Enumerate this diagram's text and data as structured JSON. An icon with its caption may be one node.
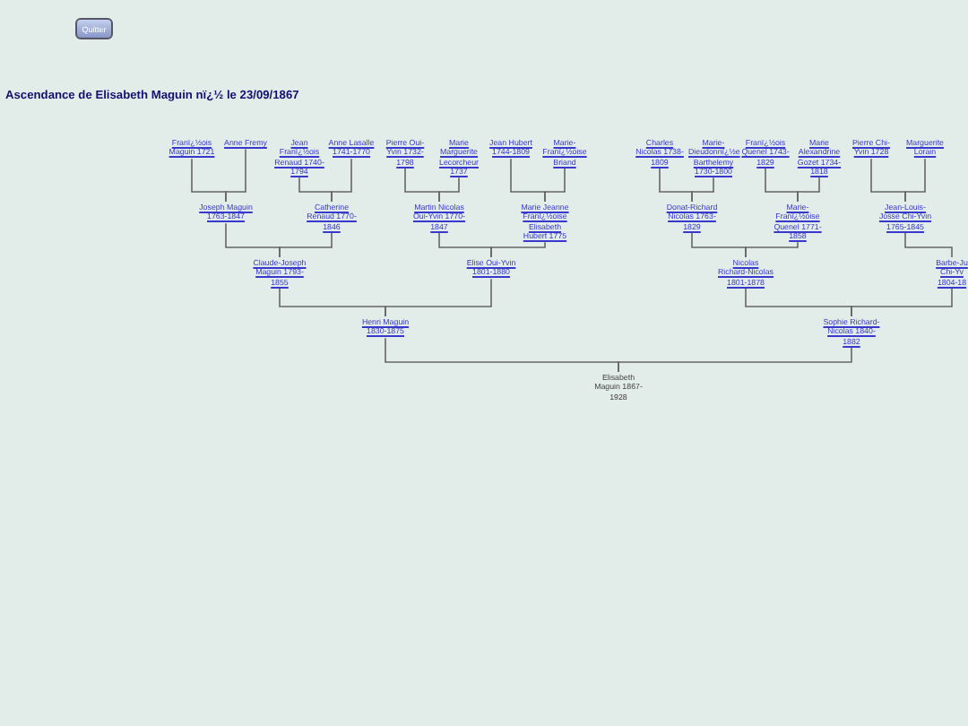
{
  "diagram": {
    "title": "Ascendance de Elisabeth Maguin nï¿½ le 23/09/1867",
    "nodes": [
      {
        "text": [
          "Franï¿½ois Maguin 1721"
        ]
      },
      {
        "text": [
          "Anne Fremy"
        ]
      },
      {
        "text": [
          "Jean Franï¿½ois Renaud 1740-1794"
        ]
      },
      {
        "text": [
          "Anne Lasalle 1741-1770"
        ]
      },
      {
        "text": [
          "Pierre Oui-Yvin 1732-1798"
        ]
      },
      {
        "text": [
          "Marie Marguerite Lecorcheur 1737"
        ]
      },
      {
        "text": [
          "Jean Hubert 1744-1809"
        ]
      },
      {
        "text": [
          "Marie-Franï¿½oise Briand"
        ]
      },
      {
        "text": [
          "Charles Nicolas 1738-1809"
        ]
      },
      {
        "text": [
          "Marie-Dieudonnï¿½e Barthelemy 1730-1800"
        ]
      },
      {
        "text": [
          "Franï¿½ois Quenel 1743-1829"
        ]
      },
      {
        "text": [
          "Marie Alexandrine Gozet 1734-1818"
        ]
      },
      {
        "text": [
          "Pierre Chi-Yvin 1728"
        ]
      },
      {
        "text": [
          "Marguerite Lorain"
        ]
      },
      {
        "text": [
          "Joseph Maguin 1763-1847"
        ]
      },
      {
        "text": [
          "Catherine Renaud 1770-1846"
        ]
      },
      {
        "text": [
          "Martin Nicolas Oui-Yvin 1770-1847"
        ]
      },
      {
        "text": [
          "Marie Jeanne Franï¿½oise Elisabeth Hubert 1775"
        ]
      },
      {
        "text": [
          "Donat-Richard Nicolas 1763-1829"
        ]
      },
      {
        "text": [
          "Marie-Franï¿½oise Quenel 1771-1858"
        ]
      },
      {
        "text": [
          "Jean-Louis-Josse Chi-Yvin 1765-1845"
        ]
      },
      {
        "text": [
          "Claude-Joseph Maguin 1793-1855"
        ]
      },
      {
        "text": [
          "Elise Oui-Yvin 1801-1880"
        ]
      },
      {
        "text": [
          "Nicolas Richard-Nicolas 1801-1878"
        ]
      },
      {
        "text": [
          "Barbe-Ju Chi-Yv 1804-18"
        ]
      },
      {
        "text": [
          "Henri Maguin 1830-1875"
        ]
      },
      {
        "text": [
          "Sophie Richard-Nicolas 1840-1882"
        ]
      },
      {
        "text": [
          "Elisabeth Maguin 1867-1928"
        ]
      }
    ],
    "edges": [
      {
        "from": 0,
        "to": 14,
        "arrow": "none"
      },
      {
        "from": 1,
        "to": 14,
        "arrow": "none"
      },
      {
        "from": 2,
        "to": 15,
        "arrow": "none"
      },
      {
        "from": 3,
        "to": 15,
        "arrow": "none"
      },
      {
        "from": 4,
        "to": 16,
        "arrow": "none"
      },
      {
        "from": 5,
        "to": 16,
        "arrow": "none"
      },
      {
        "from": 6,
        "to": 17,
        "arrow": "none"
      },
      {
        "from": 7,
        "to": 17,
        "arrow": "none"
      },
      {
        "from": 8,
        "to": 18,
        "arrow": "none"
      },
      {
        "from": 9,
        "to": 18,
        "arrow": "none"
      },
      {
        "from": 10,
        "to": 19,
        "arrow": "none"
      },
      {
        "from": 11,
        "to": 19,
        "arrow": "none"
      },
      {
        "from": 12,
        "to": 20,
        "arrow": "none"
      },
      {
        "from": 13,
        "to": 20,
        "arrow": "none"
      },
      {
        "from": 14,
        "to": 21,
        "arrow": "none"
      },
      {
        "from": 15,
        "to": 21,
        "arrow": "none"
      },
      {
        "from": 16,
        "to": 22,
        "arrow": "none"
      },
      {
        "from": 17,
        "to": 22,
        "arrow": "none"
      },
      {
        "from": 18,
        "to": 23,
        "arrow": "none"
      },
      {
        "from": 19,
        "to": 23,
        "arrow": "none"
      },
      {
        "from": 20,
        "to": 24,
        "arrow": "none"
      },
      {
        "from": 21,
        "to": 25,
        "arrow": "none"
      },
      {
        "from": 22,
        "to": 25,
        "arrow": "none"
      },
      {
        "from": 23,
        "to": 26,
        "arrow": "none"
      },
      {
        "from": 24,
        "to": 26,
        "arrow": "none"
      },
      {
        "from": 25,
        "to": 27,
        "arrow": "none"
      },
      {
        "from": 26,
        "to": 27,
        "arrow": "none"
      }
    ],
    "labels": [
      "Quitter"
    ]
  }
}
